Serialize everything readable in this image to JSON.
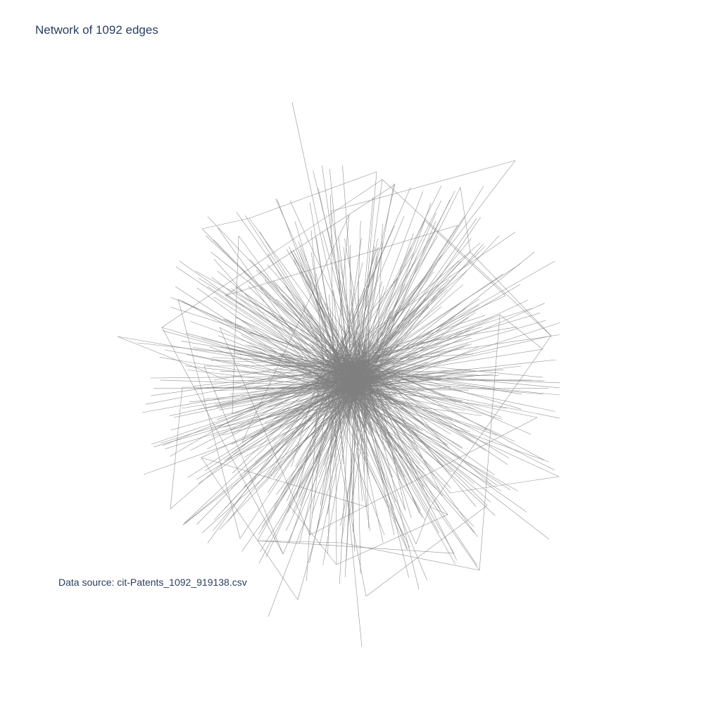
{
  "title": "Network of 1092 edges",
  "source_note": "Data source: cit-Patents_1092_919138.csv",
  "colors": {
    "edge": "#808080",
    "text": "#2a3f5f",
    "background": "#ffffff"
  },
  "chart_data": {
    "type": "network",
    "edge_count": 1092,
    "node_labels_shown": false,
    "layout": "force-directed, dense hub at center",
    "edge_style": "thin grey straight lines",
    "axes_visible": false,
    "grid": false,
    "legend": "none"
  }
}
